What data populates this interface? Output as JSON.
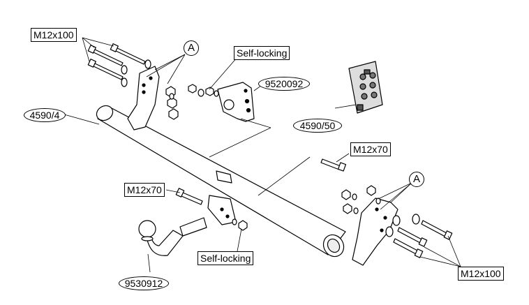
{
  "labels": {
    "bolt_top_left": "M12x100",
    "self_locking_top": "Self-locking",
    "ref_A_left": "A",
    "part_bracket": "9520092",
    "part_crossbar": "4590/4",
    "part_kit_photo": "4590/50",
    "bolt_right_upper": "M12x70",
    "ref_A_right": "A",
    "bolt_mid": "M12x70",
    "part_ball": "9530912",
    "self_locking_bottom": "Self-locking",
    "bolt_bottom_right": "M12x100"
  }
}
